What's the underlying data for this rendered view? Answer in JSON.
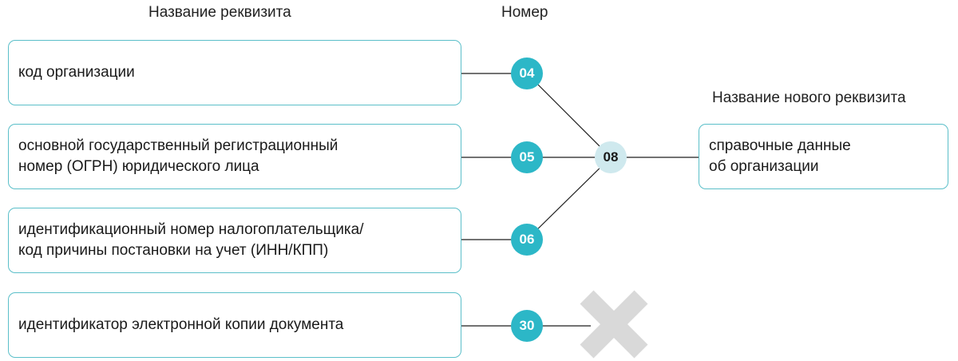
{
  "headers": {
    "requisite_name": "Название реквизита",
    "number": "Номер",
    "new_requisite_name": "Название нового реквизита"
  },
  "rows": [
    {
      "lines": [
        "код организации"
      ],
      "number": "04"
    },
    {
      "lines": [
        "основной государственный регистрационный",
        "номер (ОГРН) юридического лица"
      ],
      "number": "05"
    },
    {
      "lines": [
        "идентификационный номер налогоплательщика/",
        "код причины постановки на учет (ИНН/КПП)"
      ],
      "number": "06"
    },
    {
      "lines": [
        "идентификатор электронной копии документа"
      ],
      "number": "30"
    }
  ],
  "hub_number": "08",
  "result": {
    "lines": [
      "справочные данные",
      "об организации"
    ]
  },
  "colors": {
    "badge": "#2cb7c7",
    "hub_badge": "#cfe9ee",
    "box_border": "#5bbfc9",
    "cross": "#d9d9d9"
  }
}
